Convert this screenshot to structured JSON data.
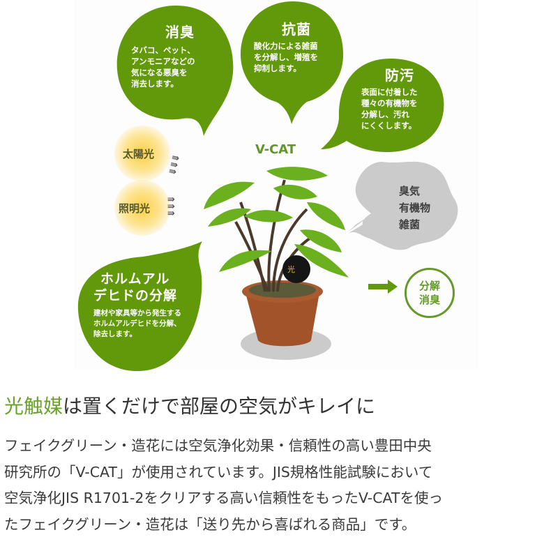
{
  "illustration": {
    "bubbles": [
      {
        "id": "deodorize",
        "title": "消臭",
        "lines": [
          "タバコ、ペット、",
          "アンモニアなどの",
          "気になる悪臭を",
          "消去します。"
        ]
      },
      {
        "id": "antibacterial",
        "title": "抗菌",
        "lines": [
          "酸化力による雑菌",
          "を分解し、増殖を",
          "抑制します。"
        ]
      },
      {
        "id": "antifouling",
        "title": "防汚",
        "lines": [
          "表面に付着した",
          "種々の有機物を",
          "分解し、汚れ",
          "にくくします。"
        ]
      },
      {
        "id": "formaldehyde",
        "title_lines": [
          "ホルムアル",
          "デヒドの分解"
        ],
        "lines": [
          "建材や家具等から発生する",
          "ホルムアルデヒドを分解、",
          "除去します。"
        ]
      }
    ],
    "light_sources": [
      {
        "label": "太陽光",
        "icon": "sun-glow-icon"
      },
      {
        "label": "照明光",
        "icon": "light-glow-icon"
      }
    ],
    "product_label": "V-CAT",
    "pollutants": [
      "臭気",
      "有機物",
      "雑菌"
    ],
    "result": {
      "lines": [
        "分解",
        "消臭"
      ]
    },
    "colors": {
      "bubble_green": "#62990a",
      "leaf_green": "#6bb01f",
      "pot_brown": "#a3532a",
      "cloud_gray": "#cbcbcb"
    }
  },
  "headline": {
    "highlight": "光触媒",
    "rest": "は置くだけで部屋の空気がキレイに",
    "highlight_color": "#6aa22a"
  },
  "body": {
    "lines": [
      "フェイクグリーン・造花には空気浄化効果・信頼性の高い豊田中央",
      "研究所の「V-CAT」が使用されています。JIS規格性能試験において",
      "空気浄化JIS R1701-2をクリアする高い信頼性をもったV-CATを使っ",
      "たフェイクグリーン・造花は「送り先から喜ばれる商品」です。"
    ]
  }
}
